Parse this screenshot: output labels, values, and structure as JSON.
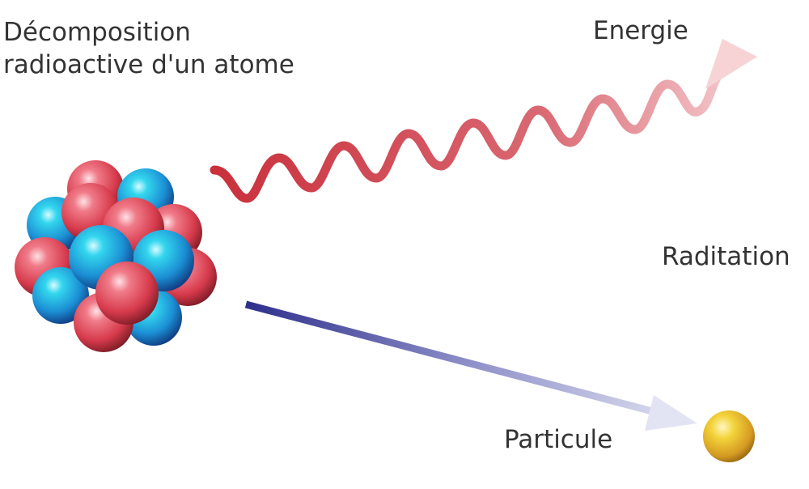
{
  "diagram": {
    "title_line1": "Décomposition",
    "title_line2": "radioactive d'un atome",
    "energy_label": "Energie",
    "radiation_label": "Raditation",
    "particle_label": "Particule"
  },
  "colors": {
    "proton": "#d63a4b",
    "neutron": "#1c8fd4",
    "energy_wave": "#c9303c",
    "particle_arrow": "#2e2f8c",
    "particle": "#e2b52c",
    "text": "#333333"
  },
  "icons": {
    "nucleus": "atom-nucleus-icon",
    "particle": "particle-sphere-icon"
  }
}
